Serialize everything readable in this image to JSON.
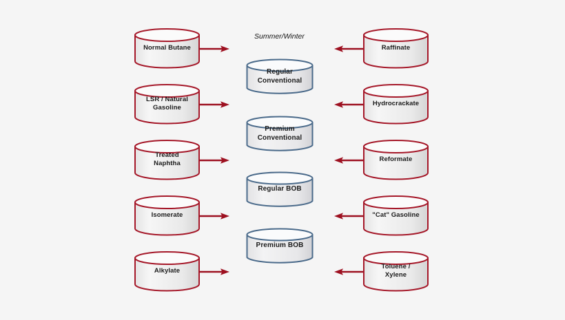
{
  "diagram": {
    "title_caption": "Summer/Winter",
    "background_color": "#f5f5f5",
    "colors": {
      "red_stroke": "#a51728",
      "red_stroke_dark": "#8f0f1f",
      "blue_stroke": "#4a6a8a",
      "cylinder_fill_light": "#f4f4f5",
      "cylinder_fill_dark": "#dcdcdc",
      "arrow_red": "#9d1020",
      "label_text": "#1a1a1a"
    },
    "columns": {
      "blendstocks_left": {
        "name": "blendstocks-left",
        "arrow_direction": "right",
        "items": [
          {
            "label": "Normal Butane"
          },
          {
            "label": "LSR / Natural\nGasoline"
          },
          {
            "label": "Treated\nNaphtha"
          },
          {
            "label": "Isomerate"
          },
          {
            "label": "Alkylate"
          }
        ]
      },
      "products_center": {
        "name": "finished-products-center",
        "caption": "Summer/Winter",
        "items": [
          {
            "label": "Regular\nConventional"
          },
          {
            "label": "Premium\nConventional"
          },
          {
            "label": "Regular BOB"
          },
          {
            "label": "Premium BOB"
          }
        ]
      },
      "blendstocks_right": {
        "name": "blendstocks-right",
        "arrow_direction": "left",
        "items": [
          {
            "label": "Raffinate"
          },
          {
            "label": "Hydrocrackate"
          },
          {
            "label": "Reformate"
          },
          {
            "label": "\"Cat\" Gasoline"
          },
          {
            "label": "Toluene /\nXylene"
          }
        ]
      }
    }
  }
}
